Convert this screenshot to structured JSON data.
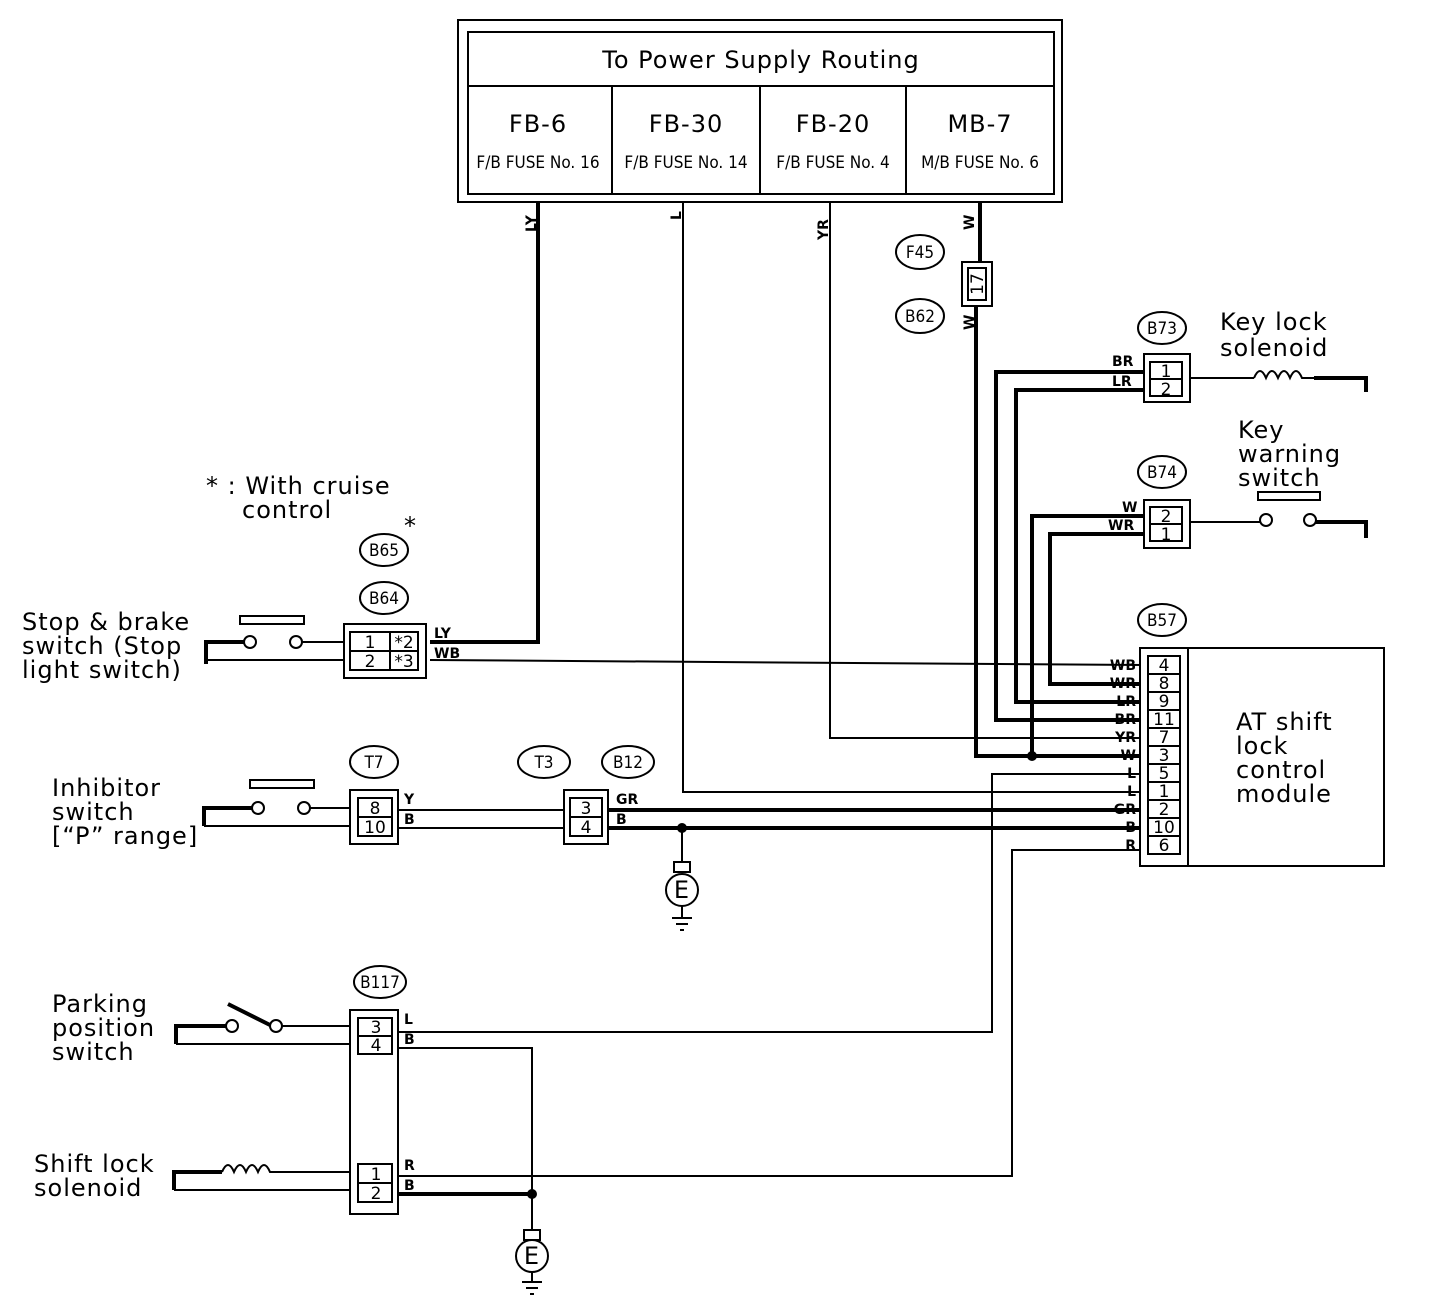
{
  "power_supply": {
    "title": "To Power Supply Routing",
    "fuses": [
      {
        "id": "FB-6",
        "desc": "F/B FUSE No. 16"
      },
      {
        "id": "FB-30",
        "desc": "F/B FUSE No. 14"
      },
      {
        "id": "FB-20",
        "desc": "F/B FUSE No. 4"
      },
      {
        "id": "MB-7",
        "desc": "M/B FUSE No. 6"
      }
    ]
  },
  "note": {
    "line1": "* : With cruise",
    "line2": "control"
  },
  "connectors": {
    "F45": "F45",
    "B62": "B62",
    "B73": "B73",
    "B74": "B74",
    "B57": "B57",
    "B65": "B65",
    "B64": "B64",
    "T7": "T7",
    "T3": "T3",
    "B12": "B12",
    "B117": "B117",
    "B65_star": "*"
  },
  "components": {
    "key_lock_solenoid": [
      "Key lock",
      "solenoid"
    ],
    "key_warning_switch": [
      "Key",
      "warning",
      "switch"
    ],
    "at_module": [
      "AT shift",
      "lock",
      "control",
      "module"
    ],
    "stop_brake": [
      "Stop & brake",
      "switch (Stop",
      "light switch)"
    ],
    "inhibitor": [
      "Inhibitor",
      "switch",
      "[“P” range]"
    ],
    "parking": [
      "Parking",
      "position",
      "switch"
    ],
    "shift_lock": [
      "Shift lock",
      "solenoid"
    ],
    "ground": "E"
  },
  "wire_colors": {
    "LY": "LY",
    "L": "L",
    "YR": "YR",
    "W": "W",
    "BR": "BR",
    "LR": "LR",
    "WR": "WR",
    "WB": "WB",
    "Y": "Y",
    "B": "B",
    "GR": "GR",
    "R": "R"
  },
  "pins": {
    "F45_B62": "17",
    "B73": [
      "1",
      "2"
    ],
    "B74": [
      "2",
      "1"
    ],
    "B64_left": [
      "1",
      "2"
    ],
    "B64_right": [
      "*2",
      "*3"
    ],
    "T7": [
      "8",
      "10"
    ],
    "B12": [
      "3",
      "4"
    ],
    "B117": [
      "3",
      "4",
      "1",
      "2"
    ],
    "B57": [
      "4",
      "8",
      "9",
      "11",
      "7",
      "3",
      "5",
      "1",
      "2",
      "10",
      "6"
    ],
    "B57_wires": [
      "WB",
      "WR",
      "LR",
      "BR",
      "YR",
      "W",
      "L",
      "L",
      "GR",
      "B",
      "R"
    ]
  }
}
